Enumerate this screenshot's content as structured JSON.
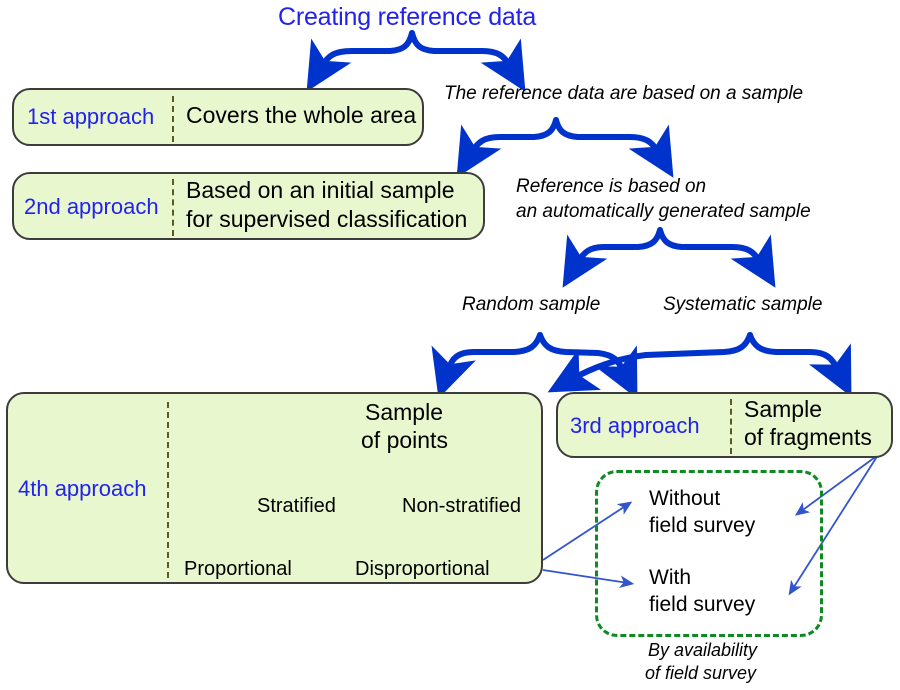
{
  "diagram": {
    "title": "Creating reference data",
    "colors": {
      "accent_blue": "#2222ee",
      "brace_blue": "#0033cc",
      "arrow_blue": "#3355cc",
      "box_fill": "#e9f7cf",
      "box_border": "#3c3c3c",
      "dashed_green": "#0f8a23",
      "text_black": "#000000"
    },
    "branch_labels": {
      "sample_based": "The reference data are based on a sample",
      "auto_generated_line1": "Reference is based on",
      "auto_generated_line2": "an automatically generated sample",
      "random_sample": "Random sample",
      "systematic_sample": "Systematic sample",
      "availability_line1": "By availability",
      "availability_line2": "of field survey"
    },
    "approaches": [
      {
        "id": "first",
        "label": "1st approach",
        "description_lines": [
          "Covers the whole area"
        ]
      },
      {
        "id": "second",
        "label": "2nd approach",
        "description_lines": [
          "Based on an initial sample",
          "for supervised classification"
        ]
      },
      {
        "id": "third",
        "label": "3rd approach",
        "description_lines": [
          "Sample",
          "of fragments"
        ]
      },
      {
        "id": "fourth",
        "label": "4th approach",
        "description_lines": [
          "Sample",
          "of points"
        ]
      }
    ],
    "sample_of_points_tree": {
      "root_line1": "Sample",
      "root_line2": "of points",
      "children": [
        "Stratified",
        "Non-stratified"
      ],
      "grandchildren": [
        "Proportional",
        "Disproportional"
      ]
    },
    "field_survey_group": {
      "items": [
        {
          "line1": "Without",
          "line2": "field survey"
        },
        {
          "line1": "With",
          "line2": "field survey"
        }
      ]
    }
  }
}
